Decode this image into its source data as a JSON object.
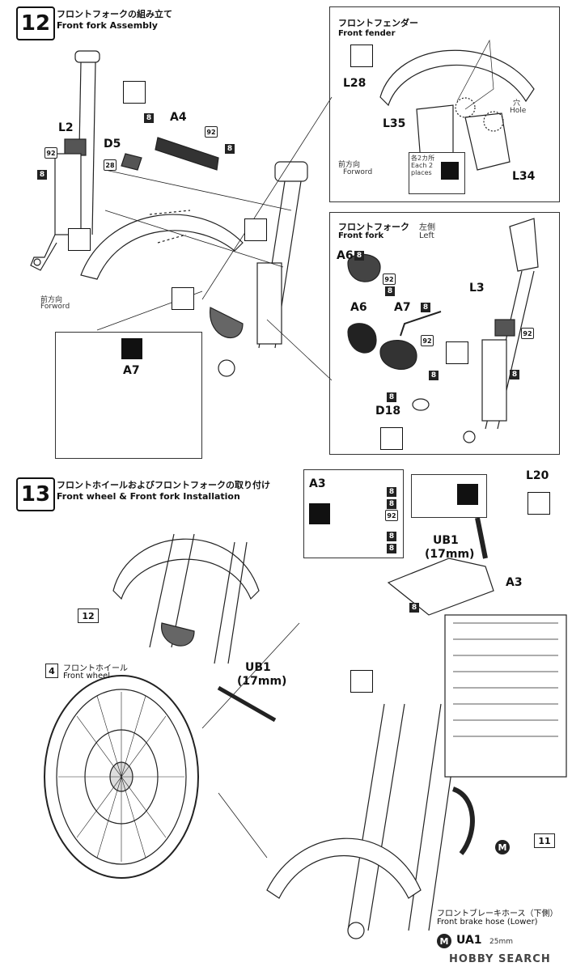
{
  "step12": {
    "number": "12",
    "title_jp": "フロントフォークの組み立て",
    "title_en": "Front fork Assembly",
    "parts": {
      "L2": "L2",
      "A4": "A4",
      "D5": "D5",
      "A7": "A7",
      "n92": "92",
      "n8": "8",
      "n28": "28"
    },
    "forward_jp": "前方向",
    "forward_en": "Forword",
    "fender_panel": {
      "title_jp": "フロントフェンダー",
      "title_en": "Front fender",
      "L28": "L28",
      "L35": "L35",
      "L34": "L34",
      "hole_jp": "穴",
      "hole_en": "Hole",
      "each_jp": "各2カ所",
      "each_en": "Each 2 places",
      "forward_jp": "前方向",
      "forward_en": "Forword"
    },
    "fork_panel": {
      "title_jp": "フロントフォーク",
      "title_en": "Front fork",
      "side_jp": "左側",
      "side_en": "Left",
      "A6a": "A6",
      "A6b": "A6",
      "A7": "A7",
      "L3": "L3",
      "D18": "D18"
    }
  },
  "step13": {
    "number": "13",
    "title_jp": "フロントホイールおよびフロントフォークの取り付け",
    "title_en": "Front wheel & Front fork Installation",
    "ref12": "12",
    "ref4": "4",
    "ref11": "11",
    "wheel_jp": "フロントホイール",
    "wheel_en": "Front wheel",
    "UB1": "UB1",
    "UB1_size": "(17mm)",
    "A3": "A3",
    "L20": "L20",
    "brake_jp": "フロントブレーキホース（下側）",
    "brake_en": "Front brake hose (Lower)",
    "M": "M",
    "UA1": "UA1",
    "UA1_size": "25mm"
  },
  "watermark": "HOBBY SEARCH"
}
